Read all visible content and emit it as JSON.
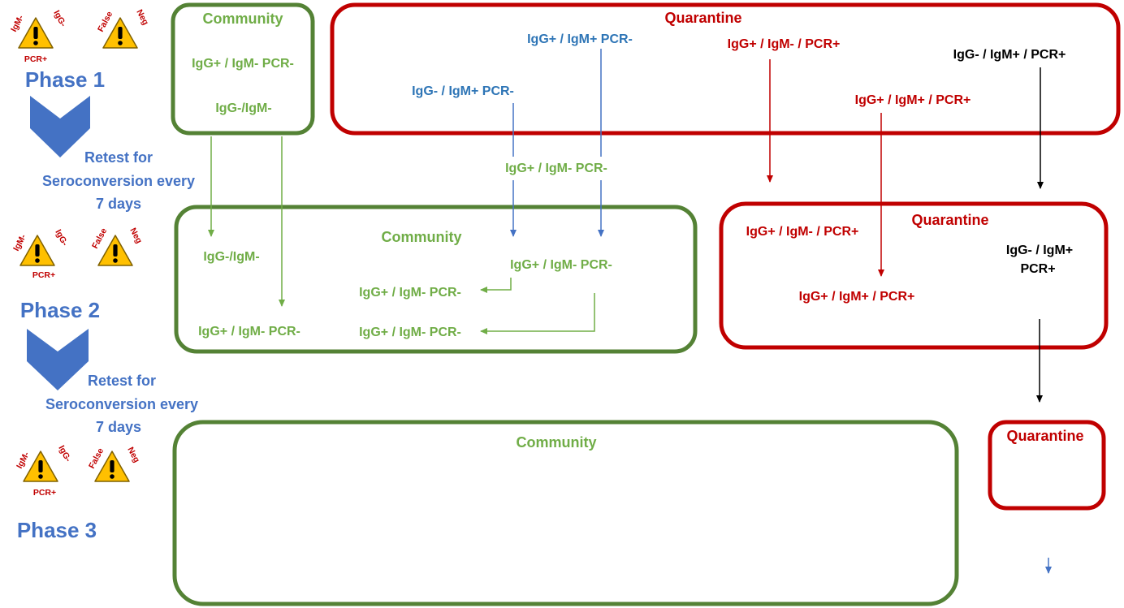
{
  "colors": {
    "community": "#548235",
    "quarantine": "#c00000",
    "green_text": "#70ad47",
    "blue_text": "#2e75b6",
    "phase_blue": "#4472c4",
    "warning_fill": "#ffc000"
  },
  "phases": {
    "p1": "Phase 1",
    "p2": "Phase 2",
    "p3": "Phase 3"
  },
  "retest": {
    "line1": "Retest for",
    "line2": "Seroconversion every",
    "line3": "7 days"
  },
  "warnings": {
    "igm_neg": "IgM-",
    "igg_neg": "IgG-",
    "pcr_pos": "PCR+",
    "false_label": "False",
    "neg_label": "Neg"
  },
  "boxes": {
    "community": "Community",
    "quarantine": "Quarantine"
  },
  "nodes": {
    "c1_a": "IgG+ / IgM-  PCR-",
    "c1_b": "IgG-/IgM-",
    "q1_a": "IgG+ / IgM+  PCR-",
    "q1_b": "IgG- / IgM+  PCR-",
    "q1_c": "IgG+ / IgM- /  PCR+",
    "q1_d": "IgG+ / IgM+ / PCR+",
    "q1_e": "IgG- / IgM+ / PCR+",
    "mid": "IgG+ / IgM-  PCR-",
    "c2_a": "IgG-/IgM-",
    "c2_b": "IgG+ / IgM-  PCR-",
    "c2_c": "IgG+ / IgM-  PCR-",
    "c2_d": "IgG+ / IgM-  PCR-",
    "c2_e": "IgG+ / IgM-  PCR-",
    "q2_a": "IgG+ / IgM- / PCR+",
    "q2_b": "IgG+ / IgM+ / PCR+",
    "q2_c1": "IgG- / IgM+",
    "q2_c2": "PCR+"
  }
}
